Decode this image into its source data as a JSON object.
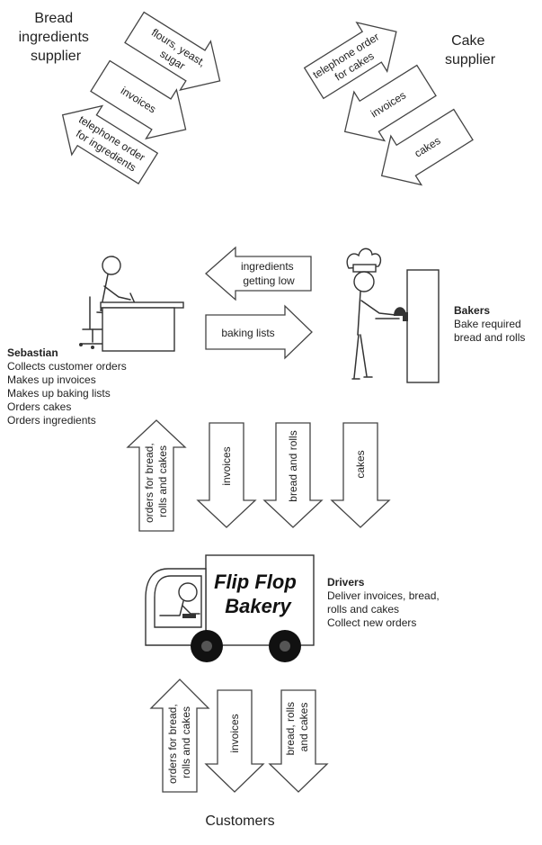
{
  "labels": {
    "bread_supplier": [
      "Bread",
      "ingredients",
      "supplier"
    ],
    "cake_supplier": [
      "Cake",
      "supplier"
    ],
    "customers": "Customers"
  },
  "arrows": {
    "flours_yeast_sugar": [
      "flours, yeast,",
      "sugar"
    ],
    "invoices_bread_supplier": [
      "invoices"
    ],
    "telephone_order_ingredients": [
      "telephone order",
      "for ingredients"
    ],
    "telephone_order_cakes": [
      "telephone order",
      "for cakes"
    ],
    "invoices_cake_supplier": [
      "invoices"
    ],
    "cakes_from_supplier": [
      "cakes"
    ],
    "ingredients_getting_low": [
      "ingredients",
      "getting low"
    ],
    "baking_lists": [
      "baking lists"
    ],
    "orders_to_sebastian": [
      "orders for bread,",
      "rolls and cakes"
    ],
    "invoices_to_drivers": [
      "invoices"
    ],
    "bread_and_rolls_to_drivers": [
      "bread and rolls"
    ],
    "cakes_to_drivers": [
      "cakes"
    ],
    "orders_from_customers": [
      "orders for bread,",
      "rolls and cakes"
    ],
    "invoices_to_customers": [
      "invoices"
    ],
    "bread_rolls_cakes_to_customers": [
      "bread, rolls",
      "and cakes"
    ]
  },
  "sebastian": {
    "name": "Sebastian",
    "duties": [
      "Collects customer orders",
      "Makes up invoices",
      "Makes up baking lists",
      "Orders cakes",
      "Orders ingredients"
    ]
  },
  "bakers": {
    "name": "Bakers",
    "duties": [
      "Bake required",
      "bread and rolls"
    ]
  },
  "drivers": {
    "name": "Drivers",
    "duties": [
      "Deliver invoices, bread,",
      "rolls and cakes",
      "Collect new orders"
    ]
  },
  "van": {
    "brand": [
      "Flip Flop",
      "Bakery"
    ]
  }
}
